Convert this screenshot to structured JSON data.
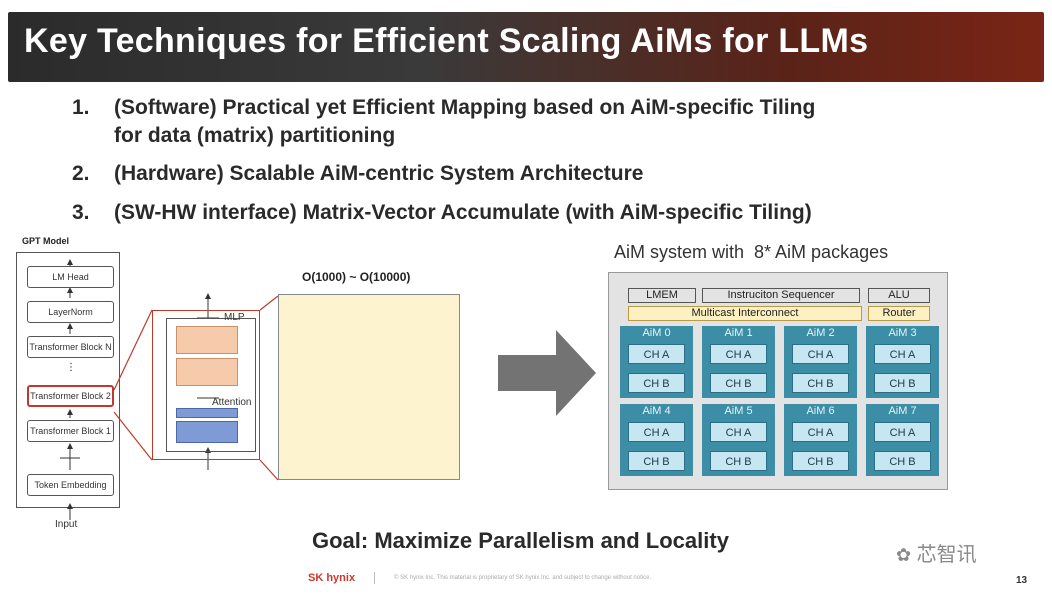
{
  "title": "Key Techniques for Efficient Scaling AiMs for LLMs",
  "bullets": [
    {
      "num": "1.",
      "line1": "(Software) Practical yet Efficient Mapping based on AiM-specific Tiling",
      "line2": "for data (matrix) partitioning"
    },
    {
      "num": "2.",
      "line1": "(Hardware) Scalable AiM-centric System Architecture"
    },
    {
      "num": "3.",
      "line1": "(SW-HW interface) Matrix-Vector Accumulate (with AiM-specific Tiling)"
    }
  ],
  "gpt": {
    "heading": "GPT Model",
    "blocks": [
      "LM Head",
      "LayerNorm",
      "Transformer Block N",
      "⋮",
      "Transformer Block 2",
      "Transformer Block 1",
      "Token Embedding"
    ],
    "input_label": "Input"
  },
  "block_detail": {
    "mlp_label": "MLP",
    "attention_label": "Attention"
  },
  "matrix_label": "O(1000) ~ O(10000)",
  "system": {
    "title": "AiM system with  8* AiM packages",
    "lmem": "LMEM",
    "sequencer": "Instruciton Sequencer",
    "alu": "ALU",
    "interconnect": "Multicast Interconnect",
    "router": "Router",
    "aims": [
      "AiM 0",
      "AiM 1",
      "AiM 2",
      "AiM 3",
      "AiM 4",
      "AiM 5",
      "AiM 6",
      "AiM 7"
    ],
    "ch_a": "CH A",
    "ch_b": "CH B"
  },
  "goal": "Goal: Maximize Parallelism and Locality",
  "footer": {
    "logo": "SK hynix",
    "notice": "© SK hynix Inc. This material is proprietary of SK hynix Inc. and subject to change without notice.",
    "page": "13",
    "watermark": "芯智讯"
  },
  "colors": {
    "aim_package": "#3b8ea5",
    "channel": "#c6e6f1",
    "interconnect": "#fdf0c2",
    "mlp": "#f6cbab",
    "attention": "#7f9bd6",
    "matrix": "#fdf3cf",
    "highlight": "#c0392b"
  }
}
